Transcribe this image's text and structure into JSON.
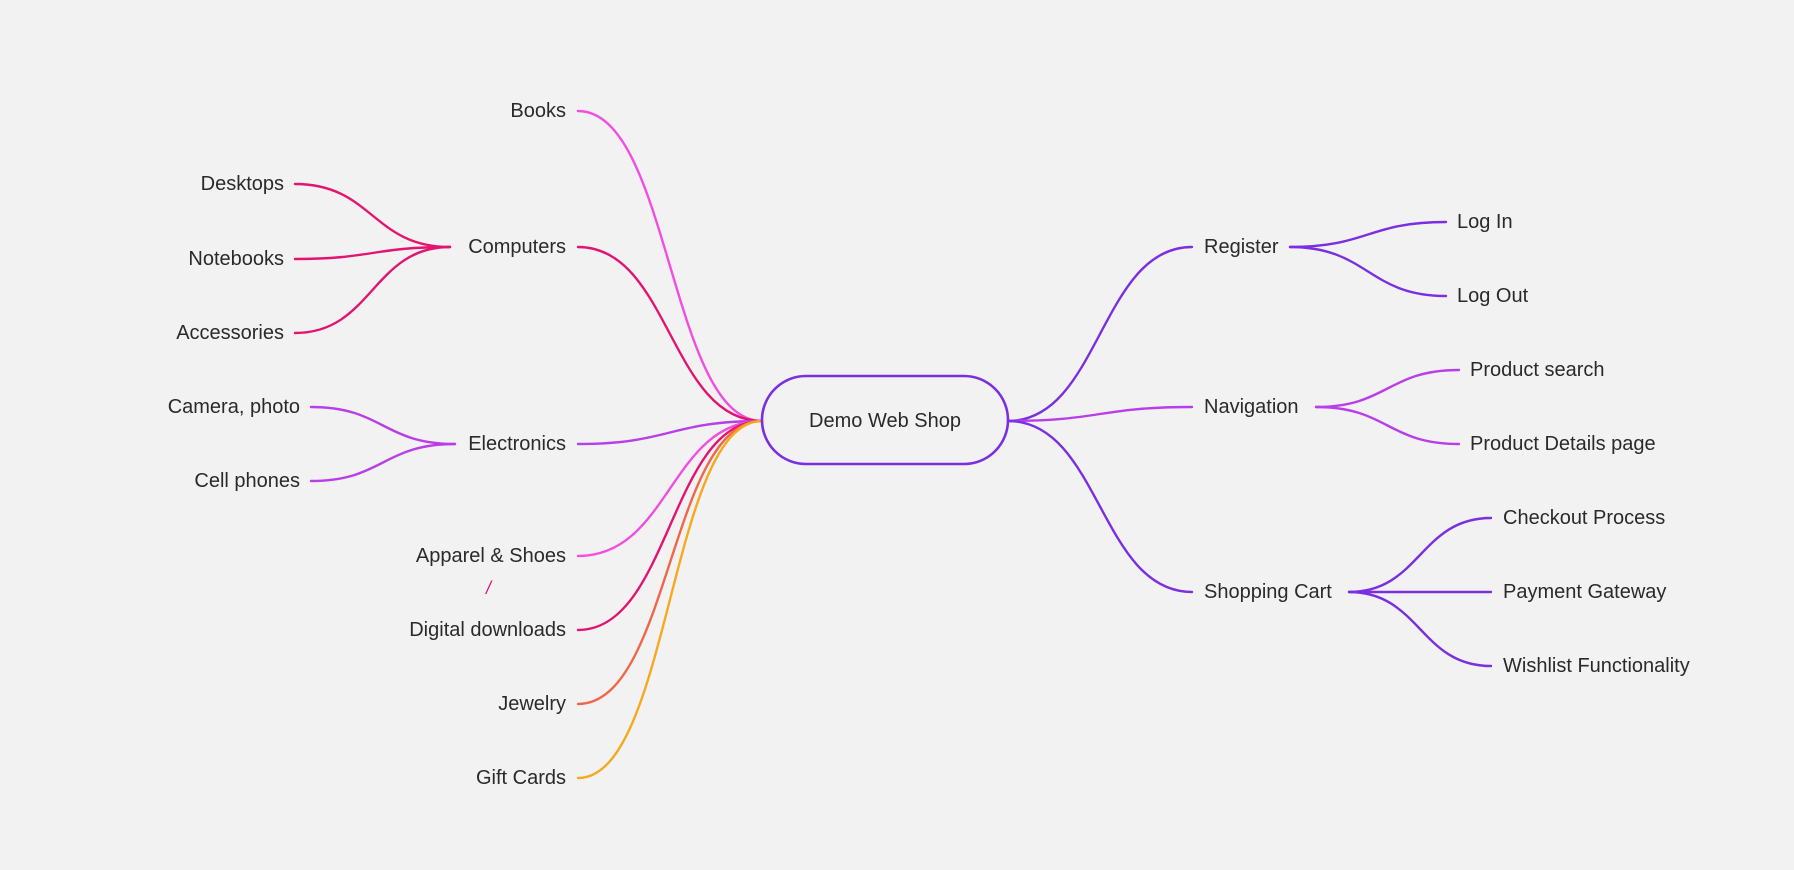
{
  "center": {
    "label": "Demo Web Shop",
    "color": "#7a2fe0"
  },
  "left": [
    {
      "label": "Books",
      "color": "#f04fe0",
      "children": []
    },
    {
      "label": "Computers",
      "color": "#e3146f",
      "children": [
        "Desktops",
        "Notebooks",
        "Accessories"
      ]
    },
    {
      "label": "Electronics",
      "color": "#b83ee8",
      "children": [
        "Camera, photo",
        "Cell phones"
      ]
    },
    {
      "label": "Apparel & Shoes",
      "color": "#f04fe0",
      "children": []
    },
    {
      "label": "Digital downloads",
      "color": "#e3146f",
      "children": []
    },
    {
      "label": "Jewelry",
      "color": "#f0674a",
      "children": []
    },
    {
      "label": "Gift Cards",
      "color": "#f7a91e",
      "children": []
    }
  ],
  "right": [
    {
      "label": "Register",
      "color": "#7a2fe0",
      "children": [
        "Log In",
        "Log Out"
      ]
    },
    {
      "label": "Navigation",
      "color": "#b83ee8",
      "children": [
        "Product search",
        "Product Details page"
      ]
    },
    {
      "label": "Shopping Cart",
      "color": "#7a2fe0",
      "children": [
        "Checkout Process",
        "Payment Gateway",
        "Wishlist Functionality"
      ]
    }
  ],
  "annotation": {
    "text": "/",
    "color": "#e3146f"
  }
}
